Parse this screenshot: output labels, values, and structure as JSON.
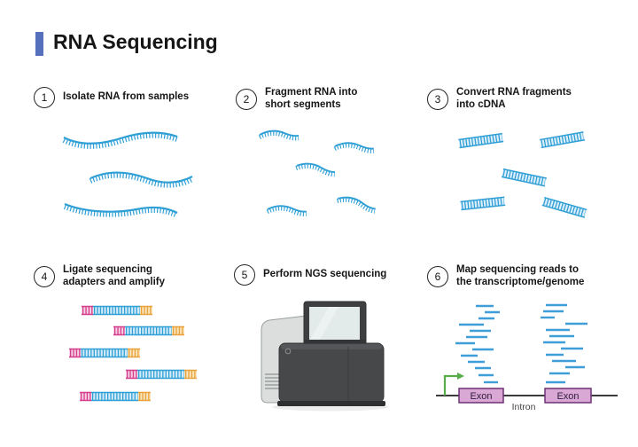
{
  "title": {
    "text": "RNA Sequencing",
    "accent_color": "#5570bd"
  },
  "steps": [
    {
      "number": "1",
      "label_line1": "Isolate RNA from samples",
      "label_line2": ""
    },
    {
      "number": "2",
      "label_line1": "Fragment RNA into",
      "label_line2": "short segments"
    },
    {
      "number": "3",
      "label_line1": "Convert RNA fragments",
      "label_line2": "into cDNA"
    },
    {
      "number": "4",
      "label_line1": "Ligate sequencing",
      "label_line2": "adapters and amplify"
    },
    {
      "number": "5",
      "label_line1": "Perform NGS sequencing",
      "label_line2": ""
    },
    {
      "number": "6",
      "label_line1": "Map sequencing reads to",
      "label_line2": "the transcriptome/genome"
    }
  ],
  "gene_map": {
    "exon_left_label": "Exon",
    "exon_right_label": "Exon",
    "intron_label": "Intron"
  },
  "colors": {
    "accent": "#5570bd",
    "rna_blue": "#2f9fd6",
    "read_blue": "#3f9ed8",
    "adapter_pink": "#d63c8c",
    "adapter_orange": "#e9a23b",
    "exon_fill": "#d9a8d5",
    "exon_border": "#6f3076",
    "arrow_green": "#58ad4a",
    "machine_dark": "#47484a",
    "machine_light": "#dbdedc"
  }
}
